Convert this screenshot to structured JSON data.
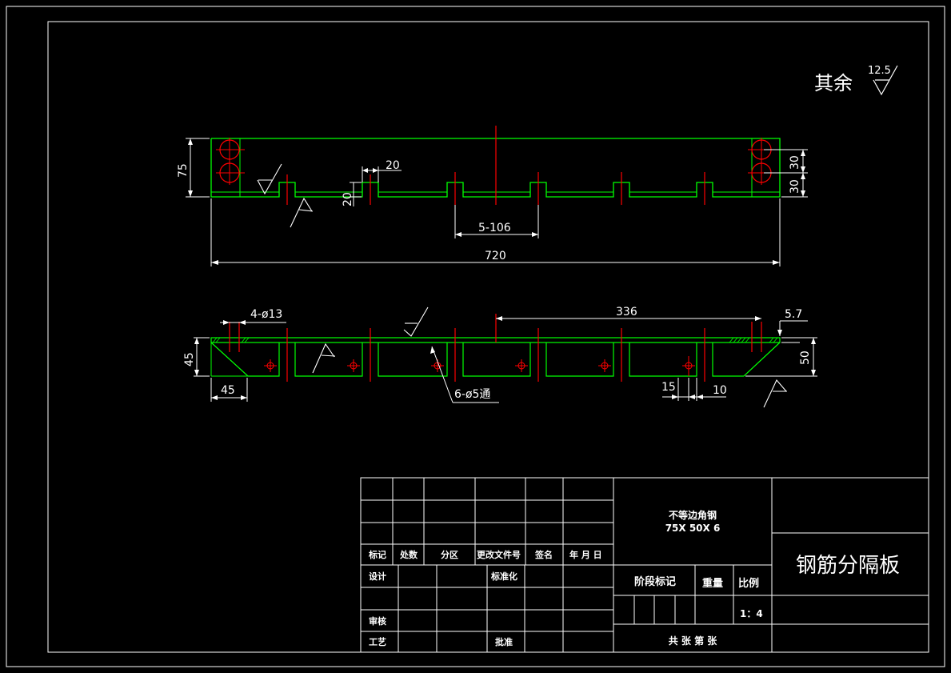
{
  "drawing": {
    "surface_note": {
      "label": "其余",
      "roughness": "12.5"
    },
    "top_view": {
      "dims": {
        "height": "75",
        "notch_width": "20",
        "notch_depth": "20",
        "pitch": "5-106",
        "length": "720",
        "hole_spacing_a": "30",
        "hole_spacing_b": "30"
      }
    },
    "front_view": {
      "dims": {
        "large_holes": "4-ø13",
        "offset_336": "336",
        "thickness": "5.7",
        "height_left": "45",
        "chamfer": "45",
        "small_holes": "6-ø5通",
        "offset_15": "15",
        "offset_10": "10",
        "height_right": "50"
      }
    }
  },
  "title_block": {
    "headers": {
      "mark": "标记",
      "count": "处数",
      "zone": "分区",
      "doc_no": "更改文件号",
      "signature": "签名",
      "date": "年 月 日"
    },
    "roles": {
      "design": "设计",
      "standard": "标准化",
      "review": "审核",
      "process": "工艺",
      "approve": "批准"
    },
    "material_line1": "不等边角钢",
    "material_line2": "75X 50X 6",
    "stage_mark": "阶段标记",
    "weight": "重量",
    "scale_label": "比例",
    "scale_value": "1：4",
    "sheets": "共 张  第 张",
    "part_name": "钢筋分隔板"
  },
  "colors": {
    "outline": "#00ff00",
    "center": "#ff0000",
    "dim": "#ffffff",
    "frame": "#ffffff"
  }
}
